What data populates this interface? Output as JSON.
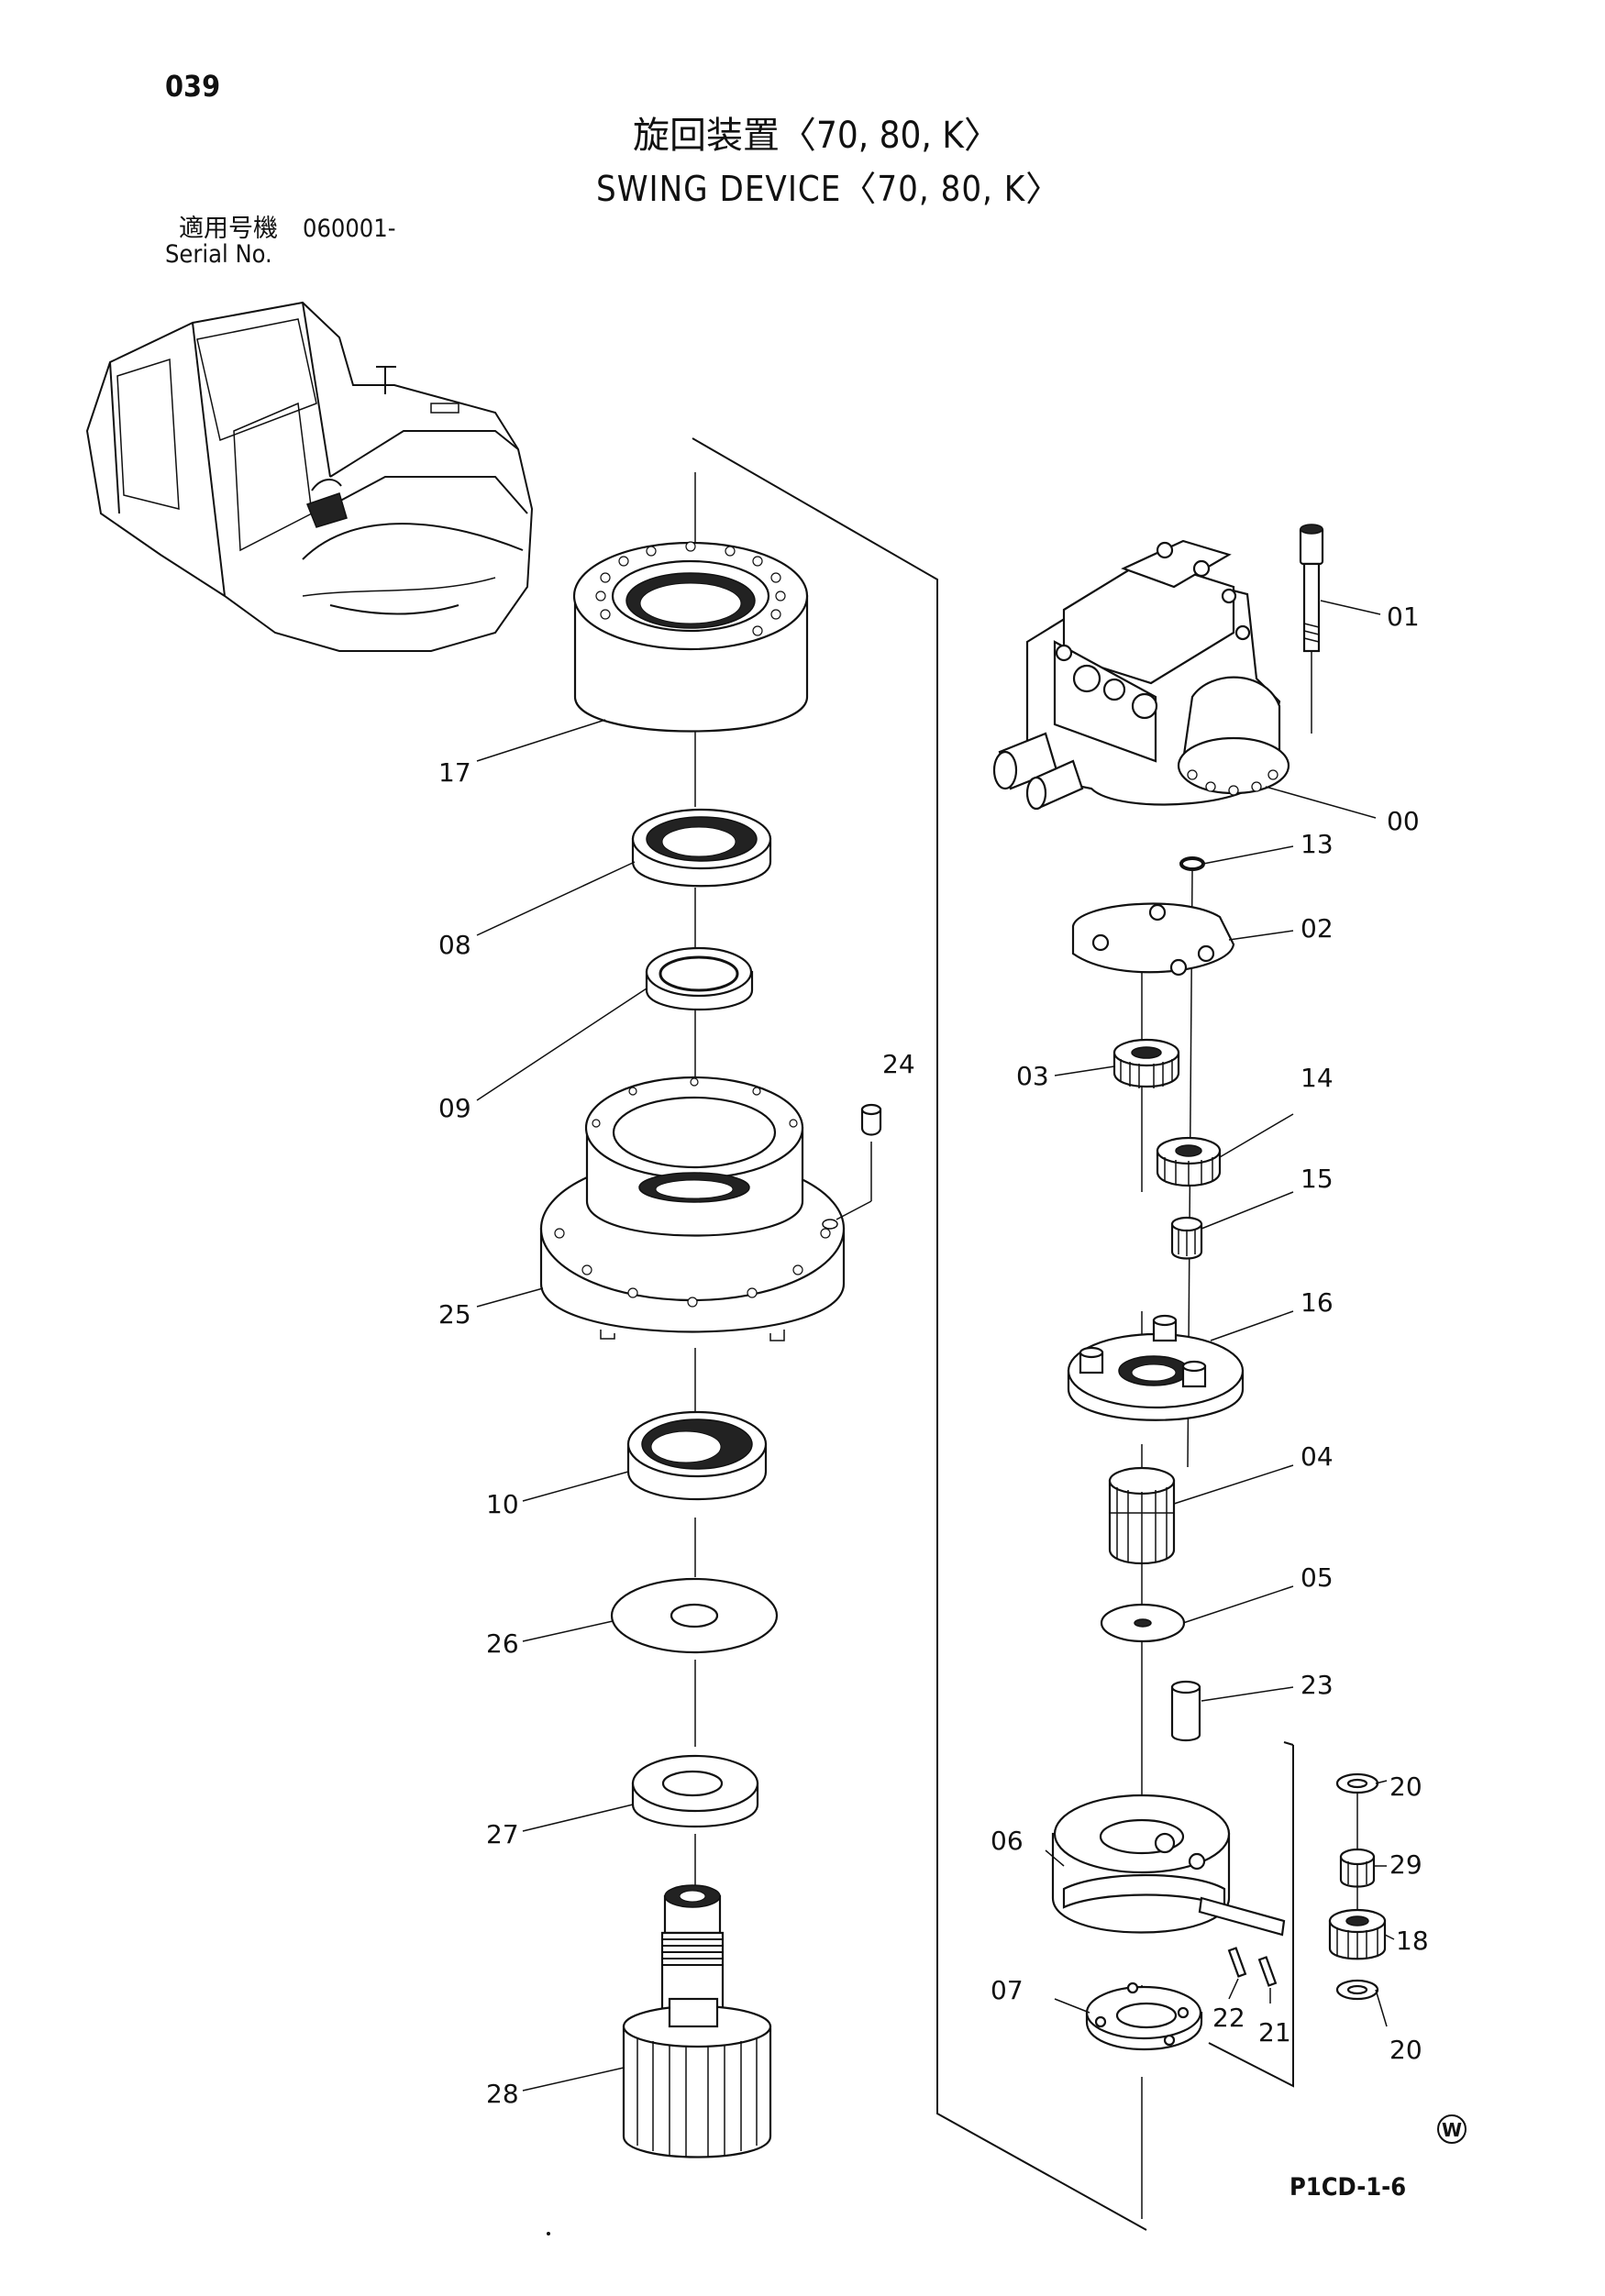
{
  "header": {
    "page_number": "039",
    "title_jp": "旋回装置〈70, 80, K〉",
    "title_en": "SWING DEVICE〈70, 80, K〉",
    "serial_jp": "適用号機　060001-",
    "serial_en": "Serial No."
  },
  "callouts": [
    "01",
    "00",
    "13",
    "02",
    "03",
    "14",
    "15",
    "16",
    "04",
    "05",
    "23",
    "06",
    "20",
    "29",
    "18",
    "22",
    "21",
    "07",
    "20",
    "17",
    "08",
    "09",
    "24",
    "25",
    "10",
    "26",
    "27",
    "28"
  ],
  "footer": {
    "mark": "W",
    "page_code": "P1CD-1-6"
  }
}
